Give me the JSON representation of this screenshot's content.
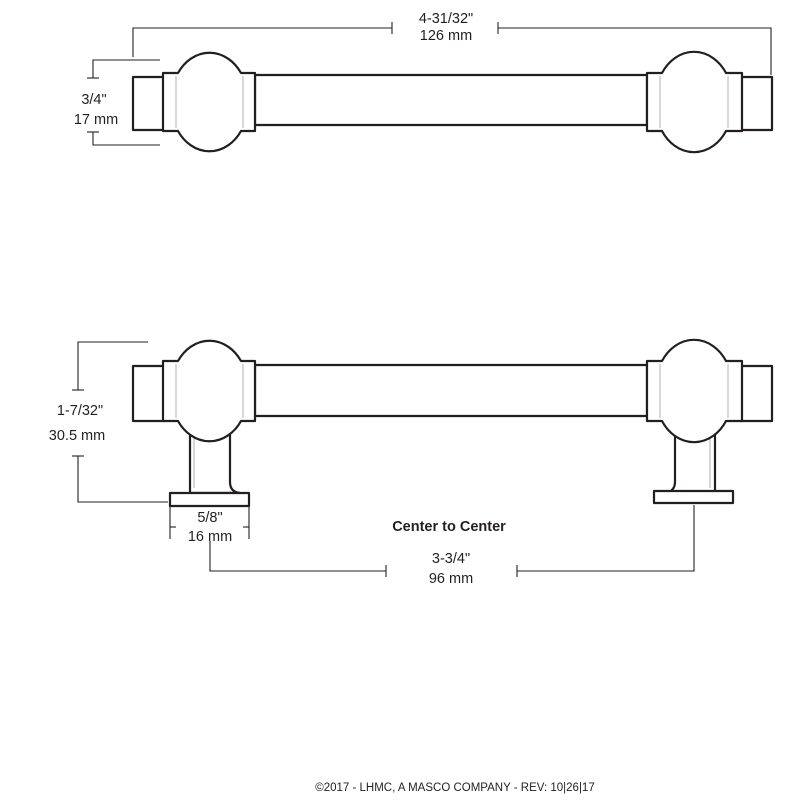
{
  "dimensions": {
    "overall_length": {
      "imperial": "4-31/32\"",
      "metric": "126 mm"
    },
    "diameter": {
      "imperial": "3/4\"",
      "metric": "17 mm"
    },
    "projection": {
      "imperial": "1-7/32\"",
      "metric": "30.5 mm"
    },
    "base_width": {
      "imperial": "5/8\"",
      "metric": "16 mm"
    },
    "center_to_center": {
      "label": "Center to Center",
      "imperial": "3-3/4\"",
      "metric": "96 mm"
    }
  },
  "footer": "©2017 - LHMC, A MASCO COMPANY - REV: 10|26|17"
}
